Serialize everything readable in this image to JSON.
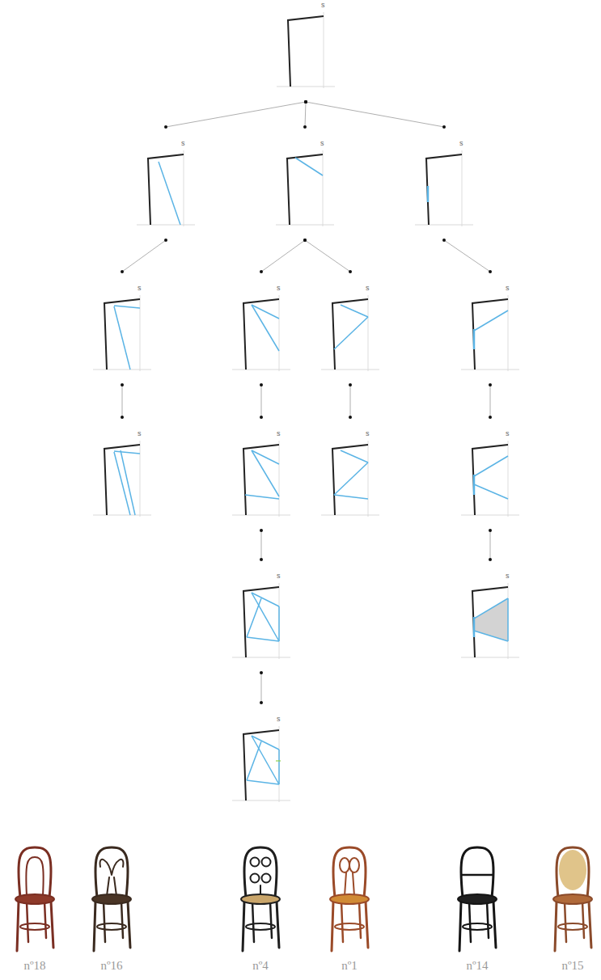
{
  "diagram": {
    "nodes": [
      {
        "text": [
          "s"
        ]
      },
      {
        "text": [
          "s"
        ]
      },
      {
        "text": [
          "s"
        ]
      },
      {
        "text": [
          "s"
        ]
      },
      {
        "text": [
          "s"
        ]
      },
      {
        "text": [
          "s"
        ]
      },
      {
        "text": [
          "s"
        ]
      },
      {
        "text": [
          "s"
        ]
      },
      {
        "text": [
          "s"
        ]
      },
      {
        "text": [
          "s"
        ]
      },
      {
        "text": [
          "s"
        ]
      },
      {
        "text": [
          "s"
        ]
      },
      {
        "text": [
          "s"
        ]
      },
      {
        "text": [
          "s"
        ]
      },
      {
        "text": [
          "s"
        ]
      }
    ],
    "edges": [
      {
        "from": 0,
        "to": 1,
        "arrow": "none"
      },
      {
        "from": 0,
        "to": 2,
        "arrow": "none"
      },
      {
        "from": 0,
        "to": 3,
        "arrow": "none"
      },
      {
        "from": 1,
        "to": 4,
        "arrow": "none"
      },
      {
        "from": 2,
        "to": 5,
        "arrow": "none"
      },
      {
        "from": 2,
        "to": 6,
        "arrow": "none"
      },
      {
        "from": 3,
        "to": 7,
        "arrow": "none"
      },
      {
        "from": 4,
        "to": 8,
        "arrow": "none"
      },
      {
        "from": 5,
        "to": 9,
        "arrow": "none"
      },
      {
        "from": 6,
        "to": 10,
        "arrow": "none"
      },
      {
        "from": 7,
        "to": 11,
        "arrow": "none"
      },
      {
        "from": 9,
        "to": 12,
        "arrow": "none"
      },
      {
        "from": 11,
        "to": 13,
        "arrow": "none"
      },
      {
        "from": 12,
        "to": 14,
        "arrow": "none"
      }
    ],
    "labels": [
      "nº18",
      "nº16",
      "nº4",
      "nº1",
      "nº14",
      "nº15"
    ]
  }
}
